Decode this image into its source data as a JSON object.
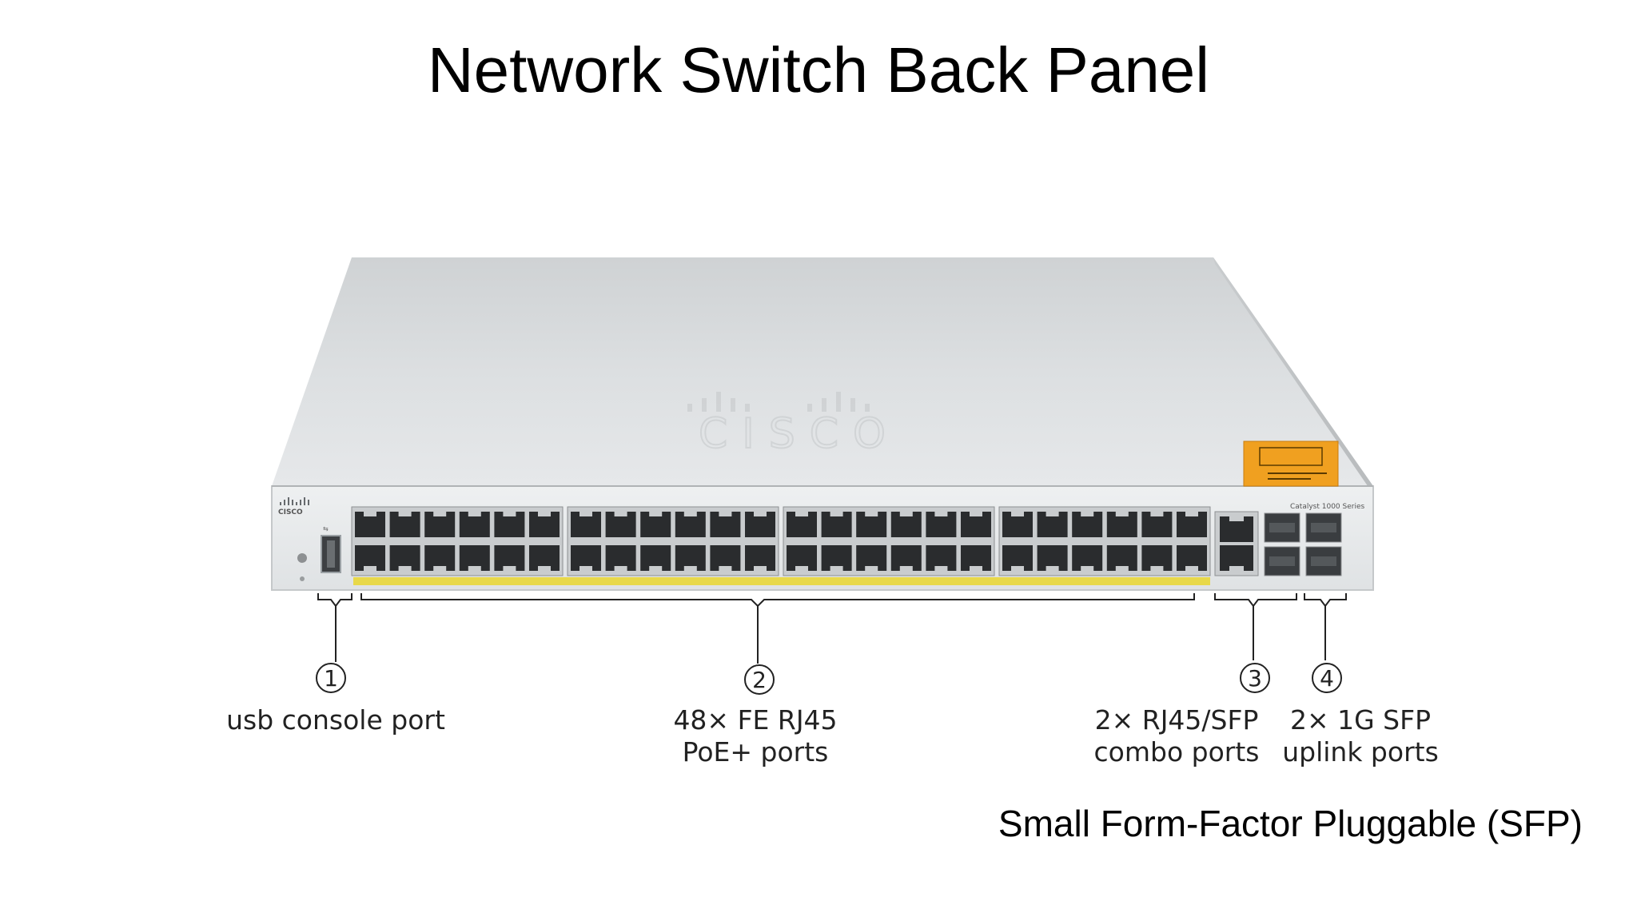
{
  "title": "Network Switch Back Panel",
  "device": {
    "brand_logo_text": "CISCO",
    "series_label": "Catalyst 1000 Series",
    "warning_label_color": "#f0a020",
    "poe_strip_color": "#e8d84a"
  },
  "callouts": [
    {
      "number": "①",
      "lines": [
        "usb console port"
      ]
    },
    {
      "number": "②",
      "lines": [
        "48× FE RJ45",
        "PoE+ ports"
      ]
    },
    {
      "number": "③",
      "lines": [
        "2× RJ45/SFP",
        "combo ports"
      ]
    },
    {
      "number": "④",
      "lines": [
        "2× 1G SFP",
        "uplink ports"
      ]
    }
  ],
  "footnote": "Small Form-Factor Pluggable (SFP)"
}
